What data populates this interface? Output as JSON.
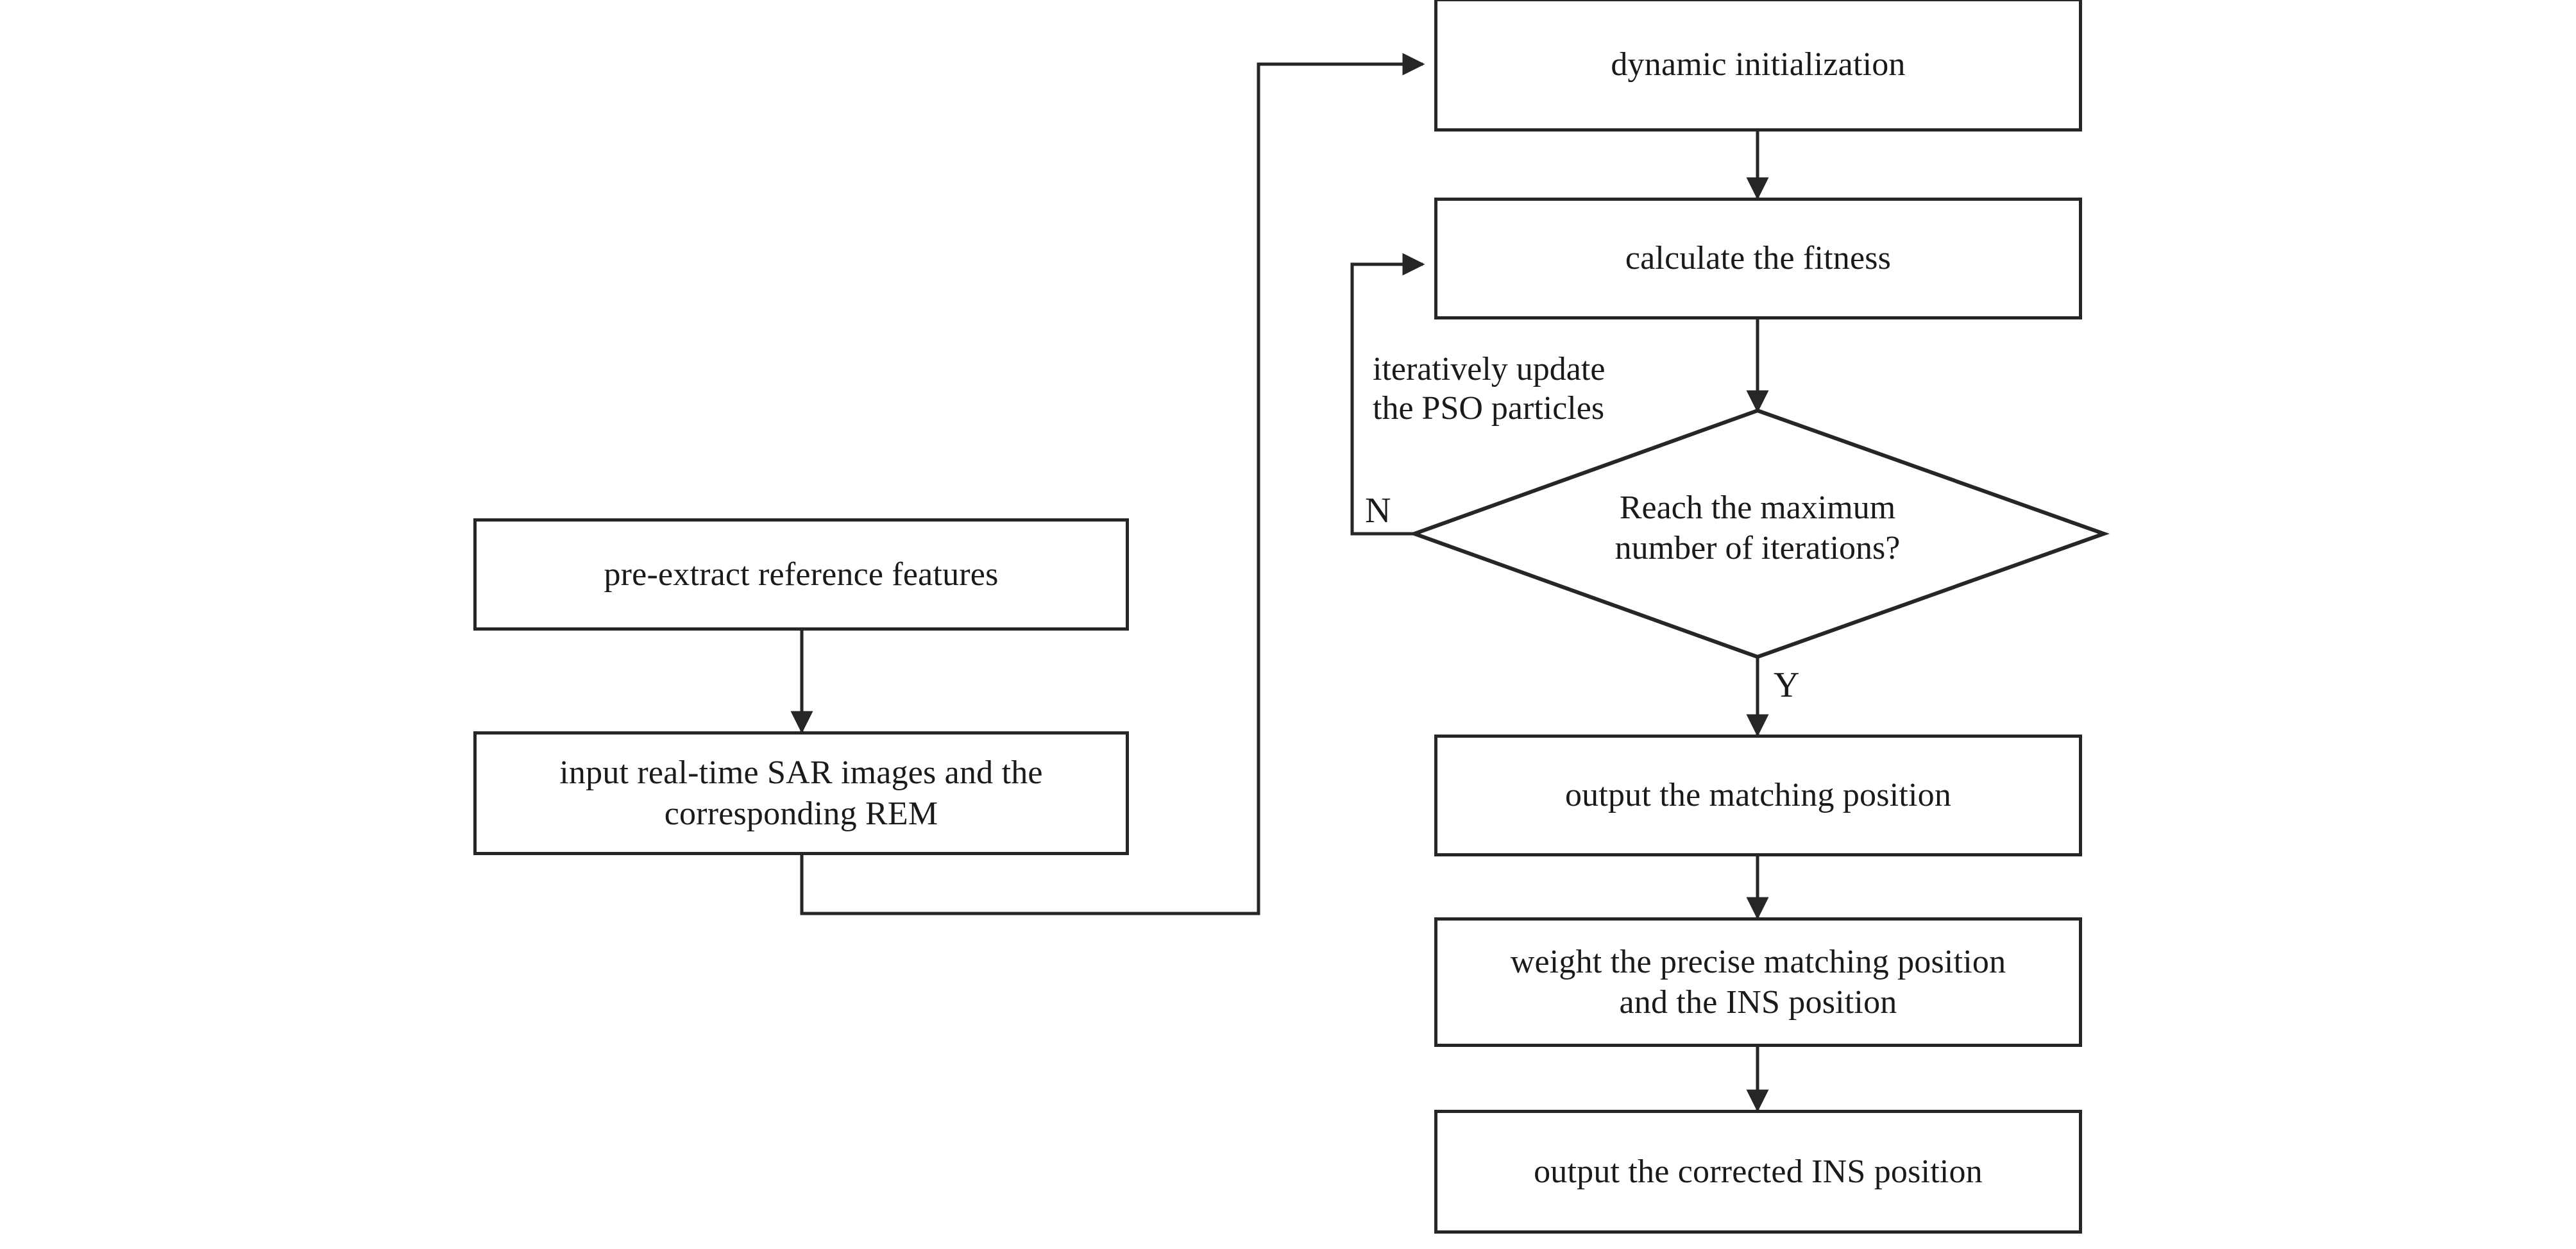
{
  "diagram": {
    "title": "SAR image matching and INS correction flowchart",
    "type": "flowchart",
    "background_color": "#ffffff",
    "stroke_color": "#262626",
    "text_color": "#1a1a1a",
    "nodes": {
      "pre_extract": {
        "label": "pre-extract reference features",
        "shape": "rectangle"
      },
      "input_sar": {
        "label": "input real-time SAR images and the\ncorresponding REM",
        "shape": "rectangle"
      },
      "dynamic_init": {
        "label": "dynamic initialization",
        "shape": "rectangle"
      },
      "calculate_fitness": {
        "label": "calculate the fitness",
        "shape": "rectangle"
      },
      "decision": {
        "label": "Reach the maximum\nnumber of iterations?",
        "shape": "diamond"
      },
      "output_matching": {
        "label": "output the  matching position",
        "shape": "rectangle"
      },
      "weight_position": {
        "label": "weight the precise matching position\nand the INS position",
        "shape": "rectangle"
      },
      "output_ins": {
        "label": "output the corrected INS position",
        "shape": "rectangle"
      }
    },
    "annotations": {
      "feedback_loop": "iteratively update\nthe PSO particles",
      "branch_no": "N",
      "branch_yes": "Y"
    }
  }
}
